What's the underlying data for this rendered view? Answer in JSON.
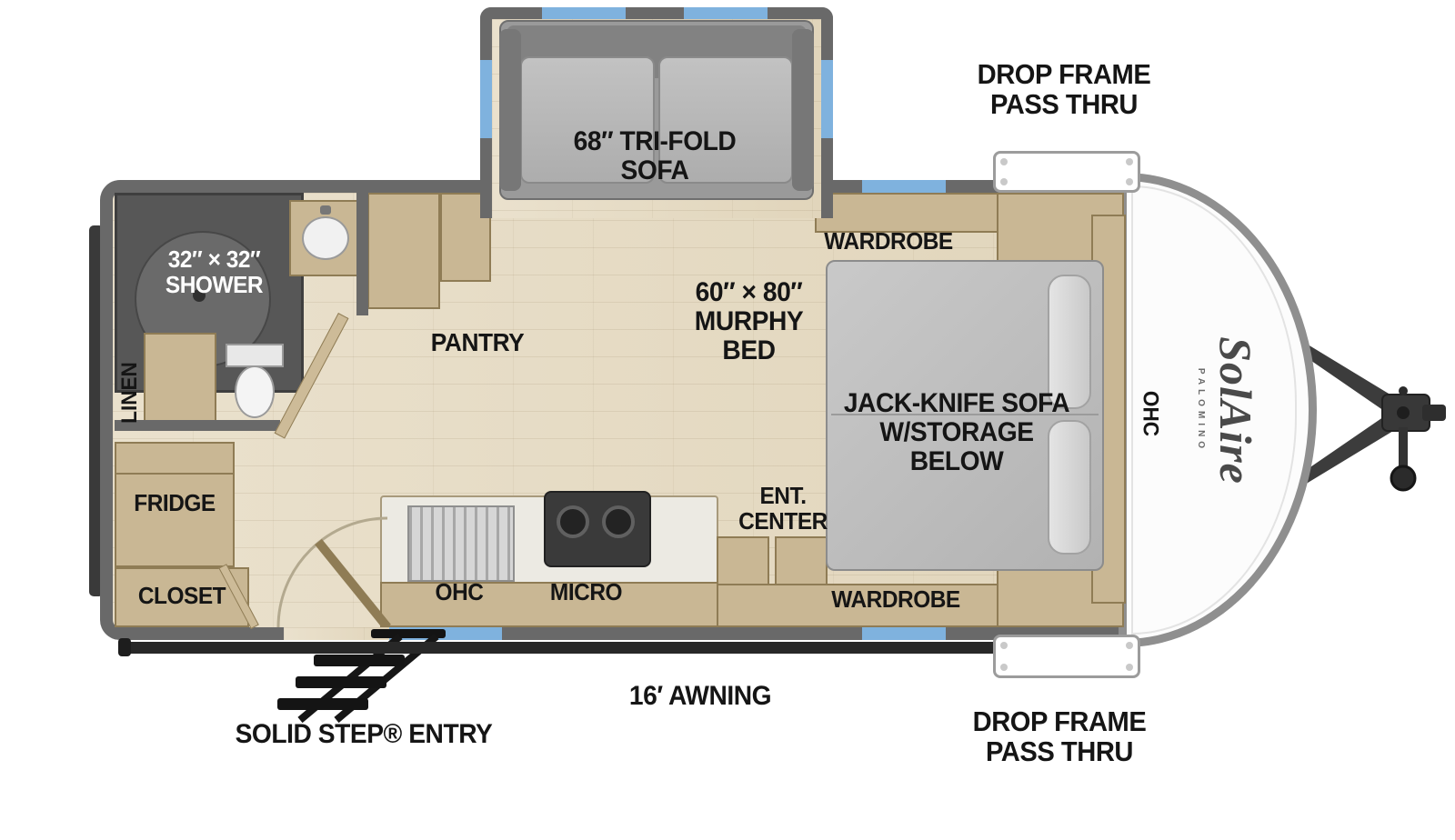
{
  "title": "Travel trailer floor plan",
  "colors": {
    "wall": "#696969",
    "floor": "#e7ddc6",
    "cabinet": "#c9b794",
    "window_accent": "#7fb2de",
    "label_text": "#151515",
    "shower_fill": "#575757"
  },
  "brand": {
    "name": "SolAire",
    "sub": "PALOMINO"
  },
  "labels": {
    "drop_top": "DROP FRAME\nPASS THRU",
    "drop_bottom": "DROP FRAME\nPASS THRU",
    "trifold": "68″ TRI-FOLD\nSOFA",
    "wardrobe_top": "WARDROBE",
    "murphy": "60″ × 80″\nMURPHY\nBED",
    "jackknife": "JACK-KNIFE SOFA\nW/STORAGE\nBELOW",
    "ent": "ENT.\nCENTER",
    "wardrobe_bottom": "WARDROBE",
    "shower": "32″ × 32″\nSHOWER",
    "linen": "LINEN",
    "pantry": "PANTRY",
    "fridge": "FRIDGE",
    "closet": "CLOSET",
    "ohc_kitchen": "OHC",
    "micro": "MICRO",
    "ohc_front": "OHC",
    "awning": "16′ AWNING",
    "entry": "SOLID STEP® ENTRY"
  }
}
